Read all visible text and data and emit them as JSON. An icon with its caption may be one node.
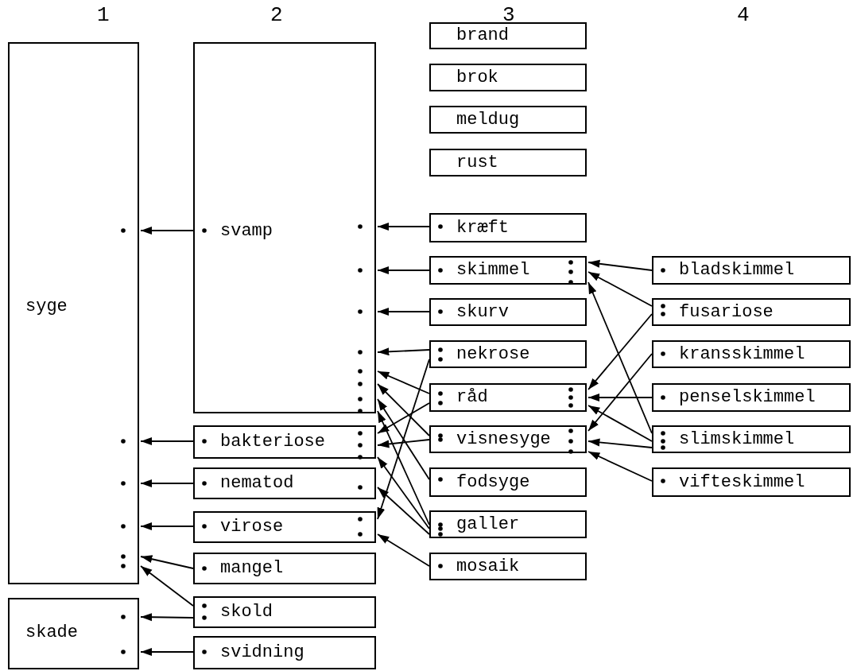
{
  "diagram": {
    "nodes": [
      {
        "text": [
          "syge"
        ]
      },
      {
        "text": [
          "skade"
        ]
      },
      {
        "text": [
          "svamp"
        ]
      },
      {
        "text": [
          "bakteriose"
        ]
      },
      {
        "text": [
          "nematod"
        ]
      },
      {
        "text": [
          "virose"
        ]
      },
      {
        "text": [
          "mangel"
        ]
      },
      {
        "text": [
          "skold"
        ]
      },
      {
        "text": [
          "svidning"
        ]
      },
      {
        "text": [
          "brand"
        ]
      },
      {
        "text": [
          "brok"
        ]
      },
      {
        "text": [
          "meldug"
        ]
      },
      {
        "text": [
          "rust"
        ]
      },
      {
        "text": [
          "kræft"
        ]
      },
      {
        "text": [
          "skimmel"
        ]
      },
      {
        "text": [
          "skurv"
        ]
      },
      {
        "text": [
          "nekrose"
        ]
      },
      {
        "text": [
          "råd"
        ]
      },
      {
        "text": [
          "visnesyge"
        ]
      },
      {
        "text": [
          "fodsyge"
        ]
      },
      {
        "text": [
          "galler"
        ]
      },
      {
        "text": [
          "mosaik"
        ]
      },
      {
        "text": [
          "bladskimmel"
        ]
      },
      {
        "text": [
          "fusariose"
        ]
      },
      {
        "text": [
          "kransskimmel"
        ]
      },
      {
        "text": [
          "penselskimmel"
        ]
      },
      {
        "text": [
          "slimskimmel"
        ]
      },
      {
        "text": [
          "vifteskimmel"
        ]
      }
    ],
    "edges": [
      {
        "from": 2,
        "to": 0,
        "arrow": "to"
      },
      {
        "from": 3,
        "to": 0,
        "arrow": "to"
      },
      {
        "from": 4,
        "to": 0,
        "arrow": "to"
      },
      {
        "from": 5,
        "to": 0,
        "arrow": "to"
      },
      {
        "from": 6,
        "to": 0,
        "arrow": "to"
      },
      {
        "from": 7,
        "to": 0,
        "arrow": "to"
      },
      {
        "from": 7,
        "to": 1,
        "arrow": "to"
      },
      {
        "from": 8,
        "to": 1,
        "arrow": "to"
      },
      {
        "from": 13,
        "to": 2,
        "arrow": "to"
      },
      {
        "from": 14,
        "to": 2,
        "arrow": "to"
      },
      {
        "from": 15,
        "to": 2,
        "arrow": "to"
      },
      {
        "from": 16,
        "to": 2,
        "arrow": "to"
      },
      {
        "from": 17,
        "to": 2,
        "arrow": "to"
      },
      {
        "from": 18,
        "to": 2,
        "arrow": "to"
      },
      {
        "from": 19,
        "to": 2,
        "arrow": "to"
      },
      {
        "from": 20,
        "to": 2,
        "arrow": "to"
      },
      {
        "from": 16,
        "to": 5,
        "arrow": "to"
      },
      {
        "from": 17,
        "to": 3,
        "arrow": "to"
      },
      {
        "from": 18,
        "to": 3,
        "arrow": "to"
      },
      {
        "from": 20,
        "to": 3,
        "arrow": "to"
      },
      {
        "from": 20,
        "to": 4,
        "arrow": "to"
      },
      {
        "from": 21,
        "to": 5,
        "arrow": "to"
      },
      {
        "from": 22,
        "to": 14,
        "arrow": "to"
      },
      {
        "from": 23,
        "to": 14,
        "arrow": "to"
      },
      {
        "from": 23,
        "to": 17,
        "arrow": "to"
      },
      {
        "from": 24,
        "to": 18,
        "arrow": "to"
      },
      {
        "from": 25,
        "to": 17,
        "arrow": "to"
      },
      {
        "from": 26,
        "to": 14,
        "arrow": "to"
      },
      {
        "from": 26,
        "to": 17,
        "arrow": "to"
      },
      {
        "from": 26,
        "to": 18,
        "arrow": "to"
      },
      {
        "from": 27,
        "to": 18,
        "arrow": "to"
      }
    ],
    "labels": [
      "1",
      "2",
      "3",
      "4"
    ]
  }
}
